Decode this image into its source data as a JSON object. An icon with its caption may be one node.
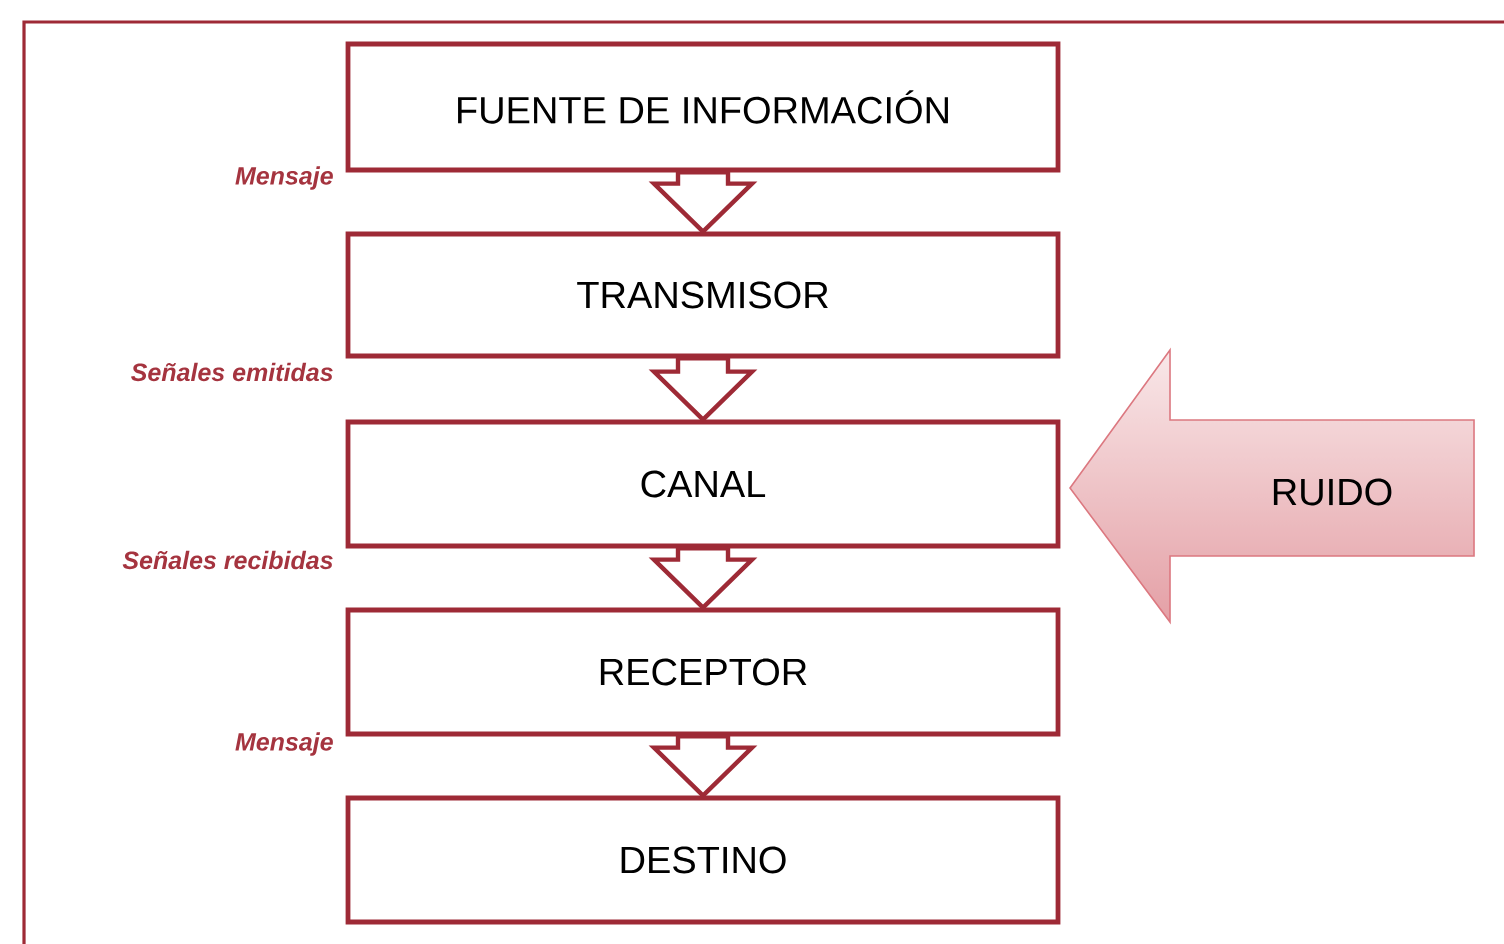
{
  "diagram": {
    "nodes": [
      {
        "text": [
          "FUENTE DE INFORMACIÓN"
        ]
      },
      {
        "text": [
          "TRANSMISOR"
        ]
      },
      {
        "text": [
          "CANAL"
        ]
      },
      {
        "text": [
          "RECEPTOR"
        ]
      },
      {
        "text": [
          "DESTINO"
        ]
      },
      {
        "text": [
          "RUIDO"
        ]
      }
    ],
    "edges": [
      {
        "from": 0,
        "to": 1,
        "arrow": "to"
      },
      {
        "from": 1,
        "to": 2,
        "arrow": "to"
      },
      {
        "from": 2,
        "to": 3,
        "arrow": "to"
      },
      {
        "from": 3,
        "to": 4,
        "arrow": "to"
      }
    ],
    "labels": [
      "Mensaje",
      "Señales emitidas",
      "Señales recibidas",
      "Mensaje"
    ]
  }
}
